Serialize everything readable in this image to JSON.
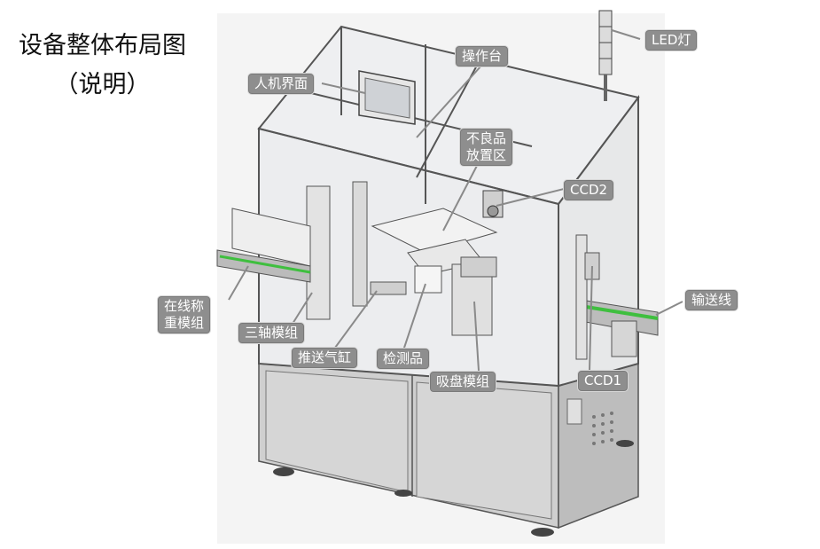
{
  "title": {
    "line1": "设备整体布局图",
    "line2": "（说明）"
  },
  "labels": {
    "led": "LED灯",
    "operation_table": "操作台",
    "hmi": "人机界面",
    "reject_area_line1": "不良品",
    "reject_area_line2": "放置区",
    "ccd2": "CCD2",
    "conveyor": "输送线",
    "weighing_line1": "在线称",
    "weighing_line2": "重模组",
    "three_axis": "三轴模组",
    "push_cylinder": "推送气缸",
    "inspected_product": "检测品",
    "suction_module": "吸盘模组",
    "ccd1": "CCD1"
  },
  "colors": {
    "callout_bg": "#8e8e8e",
    "frame": "#555555",
    "conveyor_accent": "#3fbf3f"
  }
}
